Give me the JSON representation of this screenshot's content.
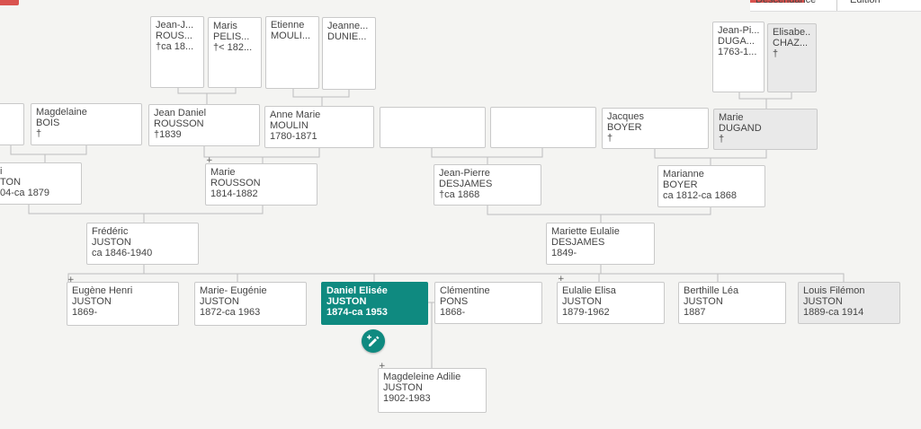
{
  "colors": {
    "accent": "#0f8a80",
    "card": "#ffffff",
    "card_grey": "#e9e9e9",
    "border": "#c9c9c9"
  },
  "top_tabs": {
    "left": "",
    "middle": "Descendance",
    "right": "Édition"
  },
  "edit_button": {
    "icon": "pencil-plus-icon"
  },
  "people": {
    "jean_j_rous": {
      "l1": "Jean-J...",
      "l2": "ROUS...",
      "l3": "†ca 18..."
    },
    "maris_pelis": {
      "l1": "Maris",
      "l2": "PELIS...",
      "l3": "†< 182..."
    },
    "etienne_mouli": {
      "l1": "Etienne",
      "l2": "MOULI...",
      "l3": ""
    },
    "jeanne_dunie": {
      "l1": "Jeanne...",
      "l2": "DUNIE...",
      "l3": ""
    },
    "jean_pi_duga": {
      "l1": "Jean-Pi...",
      "l2": "DUGA...",
      "l3": "1763-1..."
    },
    "elisabe_chaz": {
      "l1": "Elisabe...",
      "l2": "CHAZ...",
      "l3": "†"
    },
    "left_edge_gen3": {
      "l1": "",
      "l2": "",
      "l3": ""
    },
    "magdelaine_bois": {
      "l1": "Magdelaine",
      "l2": "BOIS",
      "l3": "†"
    },
    "jean_daniel_rousson": {
      "l1": "Jean Daniel",
      "l2": "ROUSSON",
      "l3": "†1839"
    },
    "anne_marie_moulin": {
      "l1": "Anne Marie",
      "l2": "MOULIN",
      "l3": "1780-1871"
    },
    "empty_a": {
      "l1": "",
      "l2": "",
      "l3": ""
    },
    "empty_b": {
      "l1": "",
      "l2": "",
      "l3": ""
    },
    "jacques_boyer": {
      "l1": "Jacques",
      "l2": "BOYER",
      "l3": "†"
    },
    "marie_dugand": {
      "l1": "Marie",
      "l2": "DUGAND",
      "l3": "†"
    },
    "left_juston_gen2": {
      "l1": "i",
      "l2": "TON",
      "l3": "04-ca 1879"
    },
    "marie_rousson": {
      "l1": "Marie",
      "l2": "ROUSSON",
      "l3": "1814-1882"
    },
    "jean_pierre_desjames": {
      "l1": "Jean-Pierre",
      "l2": "DESJAMES",
      "l3": "†ca 1868"
    },
    "marianne_boyer": {
      "l1": "Marianne",
      "l2": "BOYER",
      "l3": "ca 1812-ca 1868"
    },
    "frederic_juston": {
      "l1": "Frédéric",
      "l2": "JUSTON",
      "l3": "ca 1846-1940"
    },
    "mariette_desjames": {
      "l1": "Mariette Eulalie",
      "l2": "DESJAMES",
      "l3": "1849-"
    },
    "eugene_henri_juston": {
      "l1": "Eugène Henri",
      "l2": "JUSTON",
      "l3": "1869-"
    },
    "marie_eugenie_juston": {
      "l1": "Marie- Eugénie",
      "l2": "JUSTON",
      "l3": "1872-ca 1963"
    },
    "daniel_elisee_juston": {
      "l1": "Daniel Elisée",
      "l2": "JUSTON",
      "l3": "1874-ca 1953"
    },
    "clementine_pons": {
      "l1": "Clémentine",
      "l2": "PONS",
      "l3": "1868-"
    },
    "eulalie_elisa_juston": {
      "l1": "Eulalie Elisa",
      "l2": "JUSTON",
      "l3": "1879-1962"
    },
    "berthille_lea_juston": {
      "l1": "Berthille Léa",
      "l2": "JUSTON",
      "l3": "1887"
    },
    "louis_filemon_juston": {
      "l1": "Louis Filémon",
      "l2": "JUSTON",
      "l3": "1889-ca 1914"
    },
    "magdeleine_adilie_juston": {
      "l1": "Magdeleine Adilie",
      "l2": "JUSTON",
      "l3": "1902-1983"
    }
  }
}
